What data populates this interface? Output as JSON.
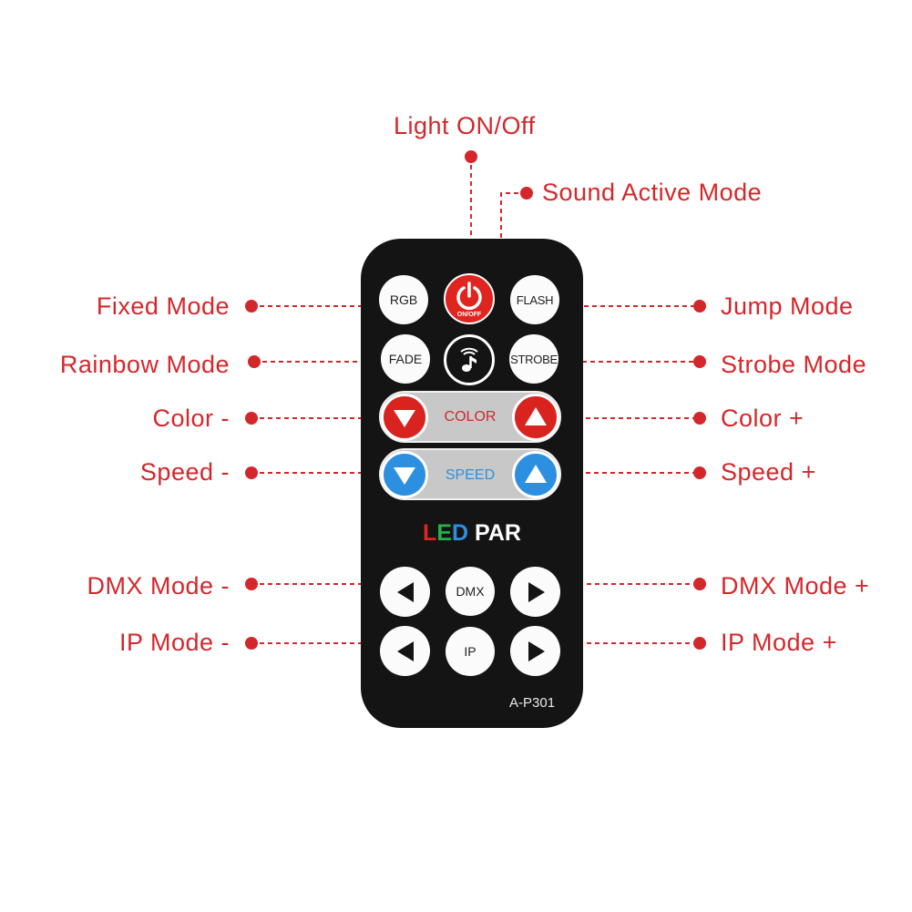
{
  "labels": {
    "light_on_off": "Light ON/Off",
    "sound_active_mode": "Sound Active Mode",
    "fixed_mode": "Fixed Mode",
    "jump_mode": "Jump Mode",
    "rainbow_mode": "Rainbow Mode",
    "strobe_mode": "Strobe Mode",
    "color_minus": "Color -",
    "color_plus": "Color +",
    "speed_minus": "Speed -",
    "speed_plus": "Speed +",
    "dmx_mode_minus": "DMX Mode -",
    "dmx_mode_plus": "DMX Mode +",
    "ip_mode_minus": "IP Mode -",
    "ip_mode_plus": "IP Mode +"
  },
  "remote": {
    "rgb": "RGB",
    "power_sub": "ON/OFF",
    "flash": "FLASH",
    "fade": "FADE",
    "strobe": "STROBE",
    "color": "COLOR",
    "speed": "SPEED",
    "logo_l": "L",
    "logo_e": "E",
    "logo_d": "D",
    "logo_par": " PAR",
    "dmx": "DMX",
    "ip": "IP",
    "model": "A-P301"
  },
  "colors": {
    "accent": "#d4272b",
    "remote_body": "#141414",
    "power_red": "#e0241f",
    "speed_blue": "#2d8fe0"
  },
  "icons": [
    "power-icon",
    "music-note-icon",
    "triangle-down-icon",
    "triangle-up-icon",
    "triangle-left-icon",
    "triangle-right-icon"
  ]
}
